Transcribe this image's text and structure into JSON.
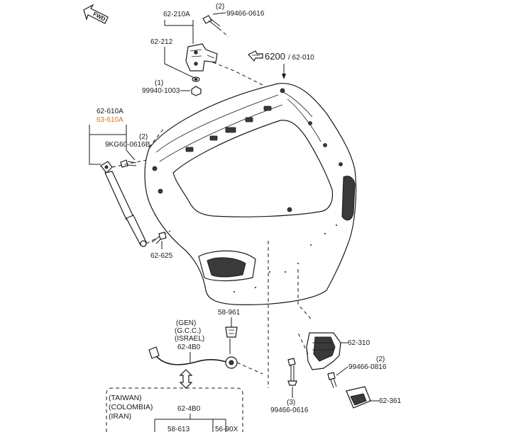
{
  "fwd_label": "FWD",
  "labels": {
    "hinge": "62-210A",
    "hinge_bolt_qty": "(2)",
    "hinge_bolt": "99466-0616",
    "hinge_sub": "62-212",
    "nut_qty": "(1)",
    "nut": "99940-1003",
    "liftgate_main": "6200",
    "liftgate_sub": "/ 62-010",
    "damper_a": "62-610A",
    "damper_b": "63-610A",
    "damper_bolt_qty": "(2)",
    "damper_bolt": "9KG60-0616B",
    "ball_stud": "62-625",
    "harness_clip": "58-961",
    "harness_region_1": "(GEN)",
    "harness_region_2": "(G.C.C.)",
    "harness_region_3": "(ISRAEL)",
    "harness": "62-4B0",
    "latch": "62-310",
    "latch_bolt_qty": "(2)",
    "latch_bolt": "99466-0816",
    "latch_bolt_b_qty": "(3)",
    "latch_bolt_b": "99466-0616",
    "striker": "62-361",
    "box_region_1": "(TAIWAN)",
    "box_region_2": "(COLOMBIA)",
    "box_region_3": "(IRAN)",
    "box_harness": "62-4B0",
    "box_sub_a": "58-613",
    "box_sub_b": "56-90X"
  },
  "colors": {
    "line": "#1a1a1a",
    "accent": "#d07a1c",
    "background": "#ffffff"
  },
  "icons": {
    "fwd": "fwd-arrow-icon",
    "look_eye": "view-arrow-icon",
    "double_arrow": "double-arrow-icon"
  }
}
